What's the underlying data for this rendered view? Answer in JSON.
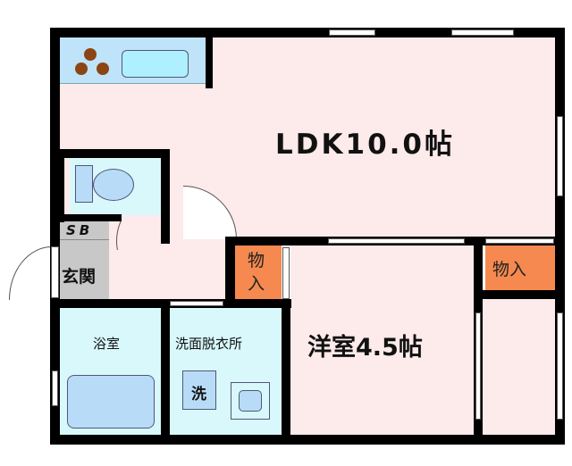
{
  "rooms": {
    "ldk": "LDK10.0帖",
    "western": "洋室4.5帖",
    "bath": "浴室",
    "washroom": "洗面脱衣所",
    "washer": "洗",
    "closet_left": "物入",
    "closet_right": "物入",
    "shoe_box": "SB",
    "entrance": "玄関"
  },
  "colors": {
    "floor": "#fdeaea",
    "wet_area": "#d8f8fc",
    "closet": "#f5894f",
    "entrance": "#c8c8c8"
  }
}
